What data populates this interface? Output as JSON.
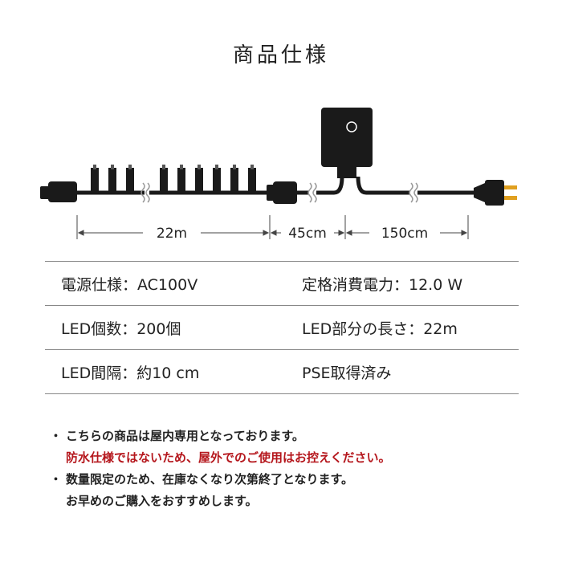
{
  "title": "商品仕様",
  "dimensions": {
    "led_part": "22m",
    "middle": "45cm",
    "plug_cord": "150cm"
  },
  "specs": [
    {
      "left": "電源仕様：AC100V",
      "right": "定格消費電力：12.0 W"
    },
    {
      "left": "LED個数：200個",
      "right": "LED部分の長さ：22m"
    },
    {
      "left": "LED間隔：約10 cm",
      "right": "PSE取得済み"
    }
  ],
  "notes": {
    "bullet": "・",
    "line1": "こちらの商品は屋内専用となっております。",
    "line2": "防水仕様ではないため、屋外でのご使用はお控えください。",
    "line3": "数量限定のため、在庫なくなり次第終了となります。",
    "line4": "お早めのご購入をおすすめします。"
  },
  "colors": {
    "text": "#222222",
    "warning": "#b5171d",
    "plug_pin": "#e0a020"
  },
  "icons": [
    "led-bulb-icon",
    "controller-box-icon",
    "power-plug-icon",
    "cable-break-icon"
  ]
}
